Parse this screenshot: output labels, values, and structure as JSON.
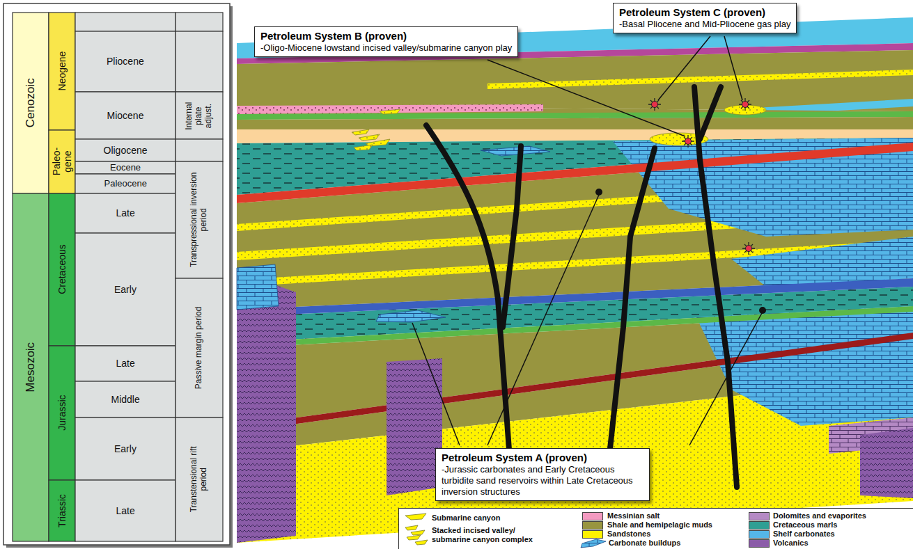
{
  "diagram": {
    "nodes": [
      {
        "text": [
          "Petroleum System B (proven)",
          "-Oligo-Miocene lowstand incised valley/submarine canyon play"
        ]
      },
      {
        "text": [
          "Petroleum System C (proven)",
          "-Basal Pliocene and Mid-Pliocene gas play"
        ]
      },
      {
        "text": [
          "Petroleum System A (proven)",
          "-Jurassic carbonates and Early Cretaceous turbidite sand reservoirs within Late Cretaceous inversion structures"
        ]
      }
    ],
    "labels": [
      "Cenozoic",
      "Mesozoic",
      "Neogene",
      "Paleo- gene",
      "Cretaceous",
      "Jurassic",
      "Triassic",
      "Pliocene",
      "Miocene",
      "Oligocene",
      "Eocene",
      "Paleocene",
      "Late",
      "Early",
      "Late",
      "Middle",
      "Early",
      "Late",
      "Internal plate adjust.",
      "Transpressional inversion period",
      "Passive margin period",
      "Transtensional rift period"
    ],
    "legend": [
      {
        "text": "Submarine canyon"
      },
      {
        "text": "Stacked incised valley/ submarine canyon complex"
      },
      {
        "text": "Messinian salt",
        "color": "#f49ac1"
      },
      {
        "text": "Shale and hemipelagic muds",
        "color": "#98953f"
      },
      {
        "text": "Sandstones",
        "color": "#fff200"
      },
      {
        "text": "Carbonate buildups"
      },
      {
        "text": "Dolomites and evaporites",
        "color": "#b58ac5"
      },
      {
        "text": "Cretaceous marls",
        "color": "#2f9f94"
      },
      {
        "text": "Shelf carbonates",
        "color": "#55b6e8"
      },
      {
        "text": "Volcanics",
        "color": "#8b5ca8"
      }
    ]
  }
}
